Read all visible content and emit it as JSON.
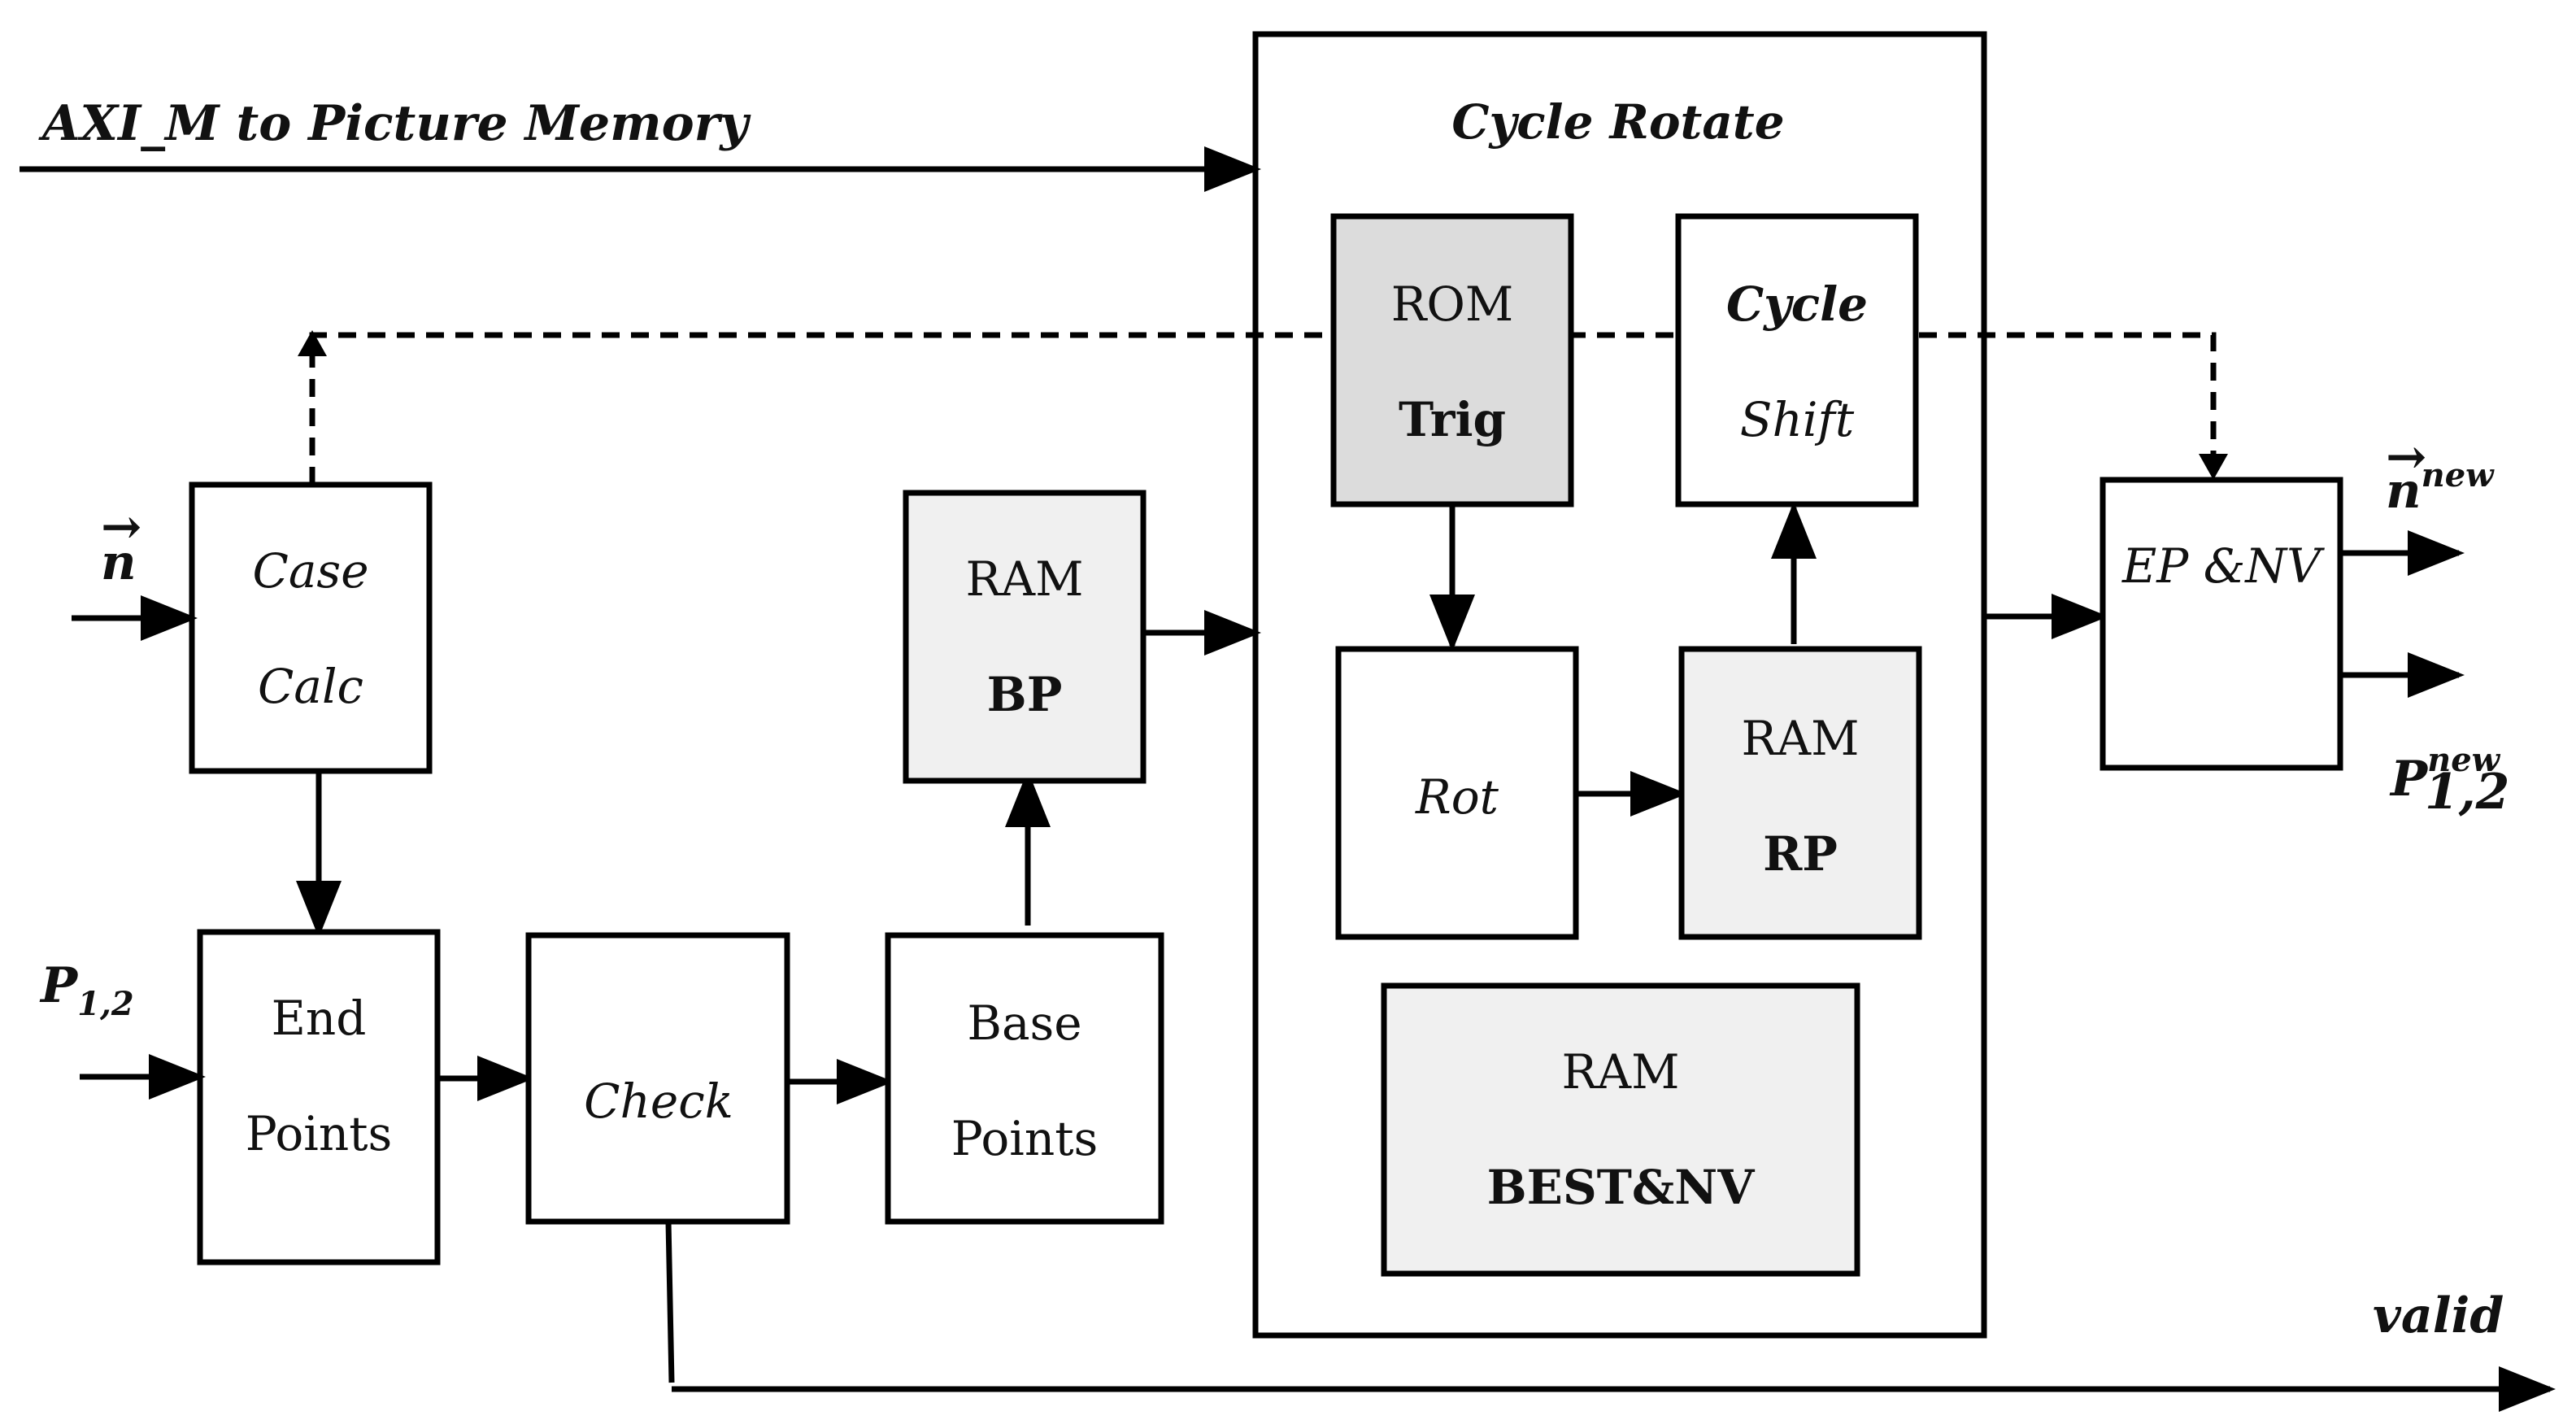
{
  "signals": {
    "axi": "AXI_M to Picture Memory",
    "n_in": "n",
    "p_in": "P",
    "p_in_sub": "1,2",
    "n_out": "n",
    "n_out_sup": "new",
    "p_out": "P",
    "p_out_sup": "new",
    "p_out_sub": "1,2",
    "valid": "valid",
    "vec_arrow": "→"
  },
  "blocks": {
    "cycle_rotate": "Cycle Rotate",
    "case_calc": [
      "Case",
      "Calc"
    ],
    "end_points": [
      "End",
      "Points"
    ],
    "check": "Check",
    "base_points": [
      "Base",
      "Points"
    ],
    "ram_bp": [
      "RAM",
      "BP"
    ],
    "rom_trig": [
      "ROM",
      "Trig"
    ],
    "cycle_shift": [
      "Cycle",
      "Shift"
    ],
    "rot": "Rot",
    "ram_rp": [
      "RAM",
      "RP"
    ],
    "ram_best": [
      "RAM",
      "BEST&NV"
    ],
    "ep_nv": "EP &NV"
  },
  "colors": {
    "rom_fill": "#dcdcdc",
    "ram_fill": "#f0f0f0",
    "line": "#000000"
  }
}
